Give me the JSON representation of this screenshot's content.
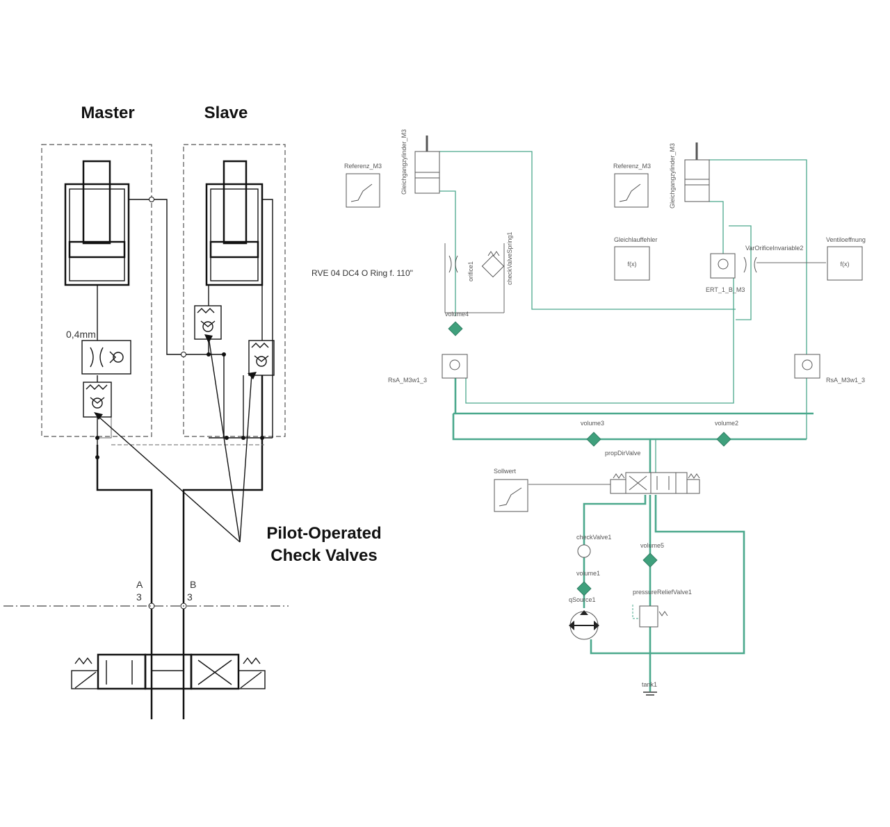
{
  "left": {
    "master_label": "Master",
    "slave_label": "Slave",
    "orifice_label": "0,4mm",
    "callout_line1": "Pilot-Operated",
    "callout_line2": "Check Valves",
    "port_a": "A",
    "port_a_num": "3",
    "port_b": "B",
    "port_b_num": "3"
  },
  "right": {
    "ref_left": "Referenz_M3",
    "ref_right": "Referenz_M3",
    "cyl_left": "Gleichgangzylinder_M3",
    "cyl_right": "Gleichgangzylinder_M3",
    "spring_label": "checkValveSpring1",
    "orifice_left": "orifice1",
    "rve_label": "RVE 04 DC4 O Ring f. 110\"",
    "volume_top": "volume4",
    "gleichlauf": "Gleichlauffehler",
    "gleichlauf_val": "f(x)",
    "ventil_label": "Ventiloeffnung",
    "ventil_val": "f(x)",
    "var_orifice": "VarOrificeInvariable2",
    "ert_label": "ERT_1_B_M3",
    "rsa_left": "RsA_M3w1_3",
    "rsa_right": "RsA_M3w1_3",
    "volume3": "volume3",
    "volume2": "volume2",
    "prop_valve": "propDirValve",
    "sollwert": "Sollwert",
    "check_valve": "checkValve1",
    "volume_right": "volume5",
    "volume1": "volume1",
    "q_source": "qSource1",
    "relief": "pressureReliefValve1",
    "tank": "tank1"
  }
}
